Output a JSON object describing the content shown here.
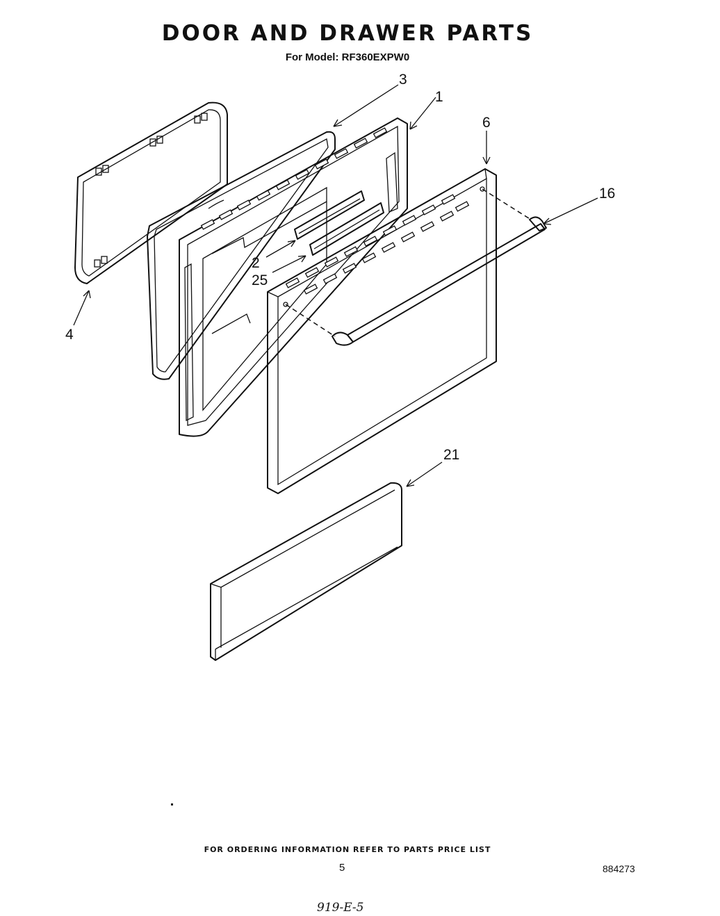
{
  "header": {
    "title": "DOOR AND DRAWER PARTS",
    "model_line": "For Model: RF360EXPW0"
  },
  "callouts": {
    "part_3": "3",
    "part_1": "1",
    "part_6": "6",
    "part_16": "16",
    "part_2": "2",
    "part_25": "25",
    "part_4": "4",
    "part_21": "21"
  },
  "footer": {
    "ordering_note": "FOR ORDERING INFORMATION REFER TO PARTS PRICE LIST",
    "page_number": "5",
    "document_number": "884273",
    "handwritten_note": "919-E-5"
  }
}
